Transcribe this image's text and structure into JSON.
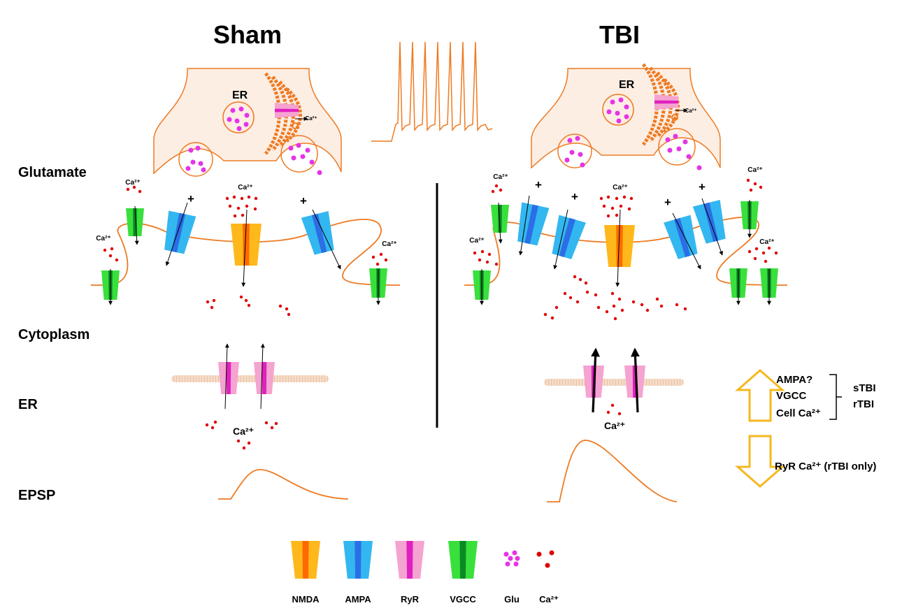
{
  "titles": {
    "left": "Sham",
    "right": "TBI"
  },
  "side_labels": {
    "glutamate": "Glutamate",
    "cytoplasm": "Cytoplasm",
    "er": "ER",
    "epsp": "EPSP"
  },
  "terminal_er_label": "ER",
  "ca_label": "Ca²⁺",
  "plus_sign": "+",
  "changes": {
    "up_items": [
      "AMPA?",
      "VGCC",
      "Cell Ca²⁺"
    ],
    "up_groups": [
      "sTBI",
      "rTBI"
    ],
    "down_items": [
      "RyR Ca²⁺ (rTBI only)"
    ]
  },
  "legend": [
    {
      "key": "nmda",
      "label": "NMDA"
    },
    {
      "key": "ampa",
      "label": "AMPA"
    },
    {
      "key": "ryr",
      "label": "RyR"
    },
    {
      "key": "vgcc",
      "label": "VGCC"
    },
    {
      "key": "glu",
      "label": "Glu"
    },
    {
      "key": "ca",
      "label": "Ca²⁺"
    }
  ],
  "colors": {
    "membrane": "#ee7a22",
    "terminal_fill": "#fdeee4",
    "nmda": "#ffb81c",
    "nmda_core": "#ff6a00",
    "ampa": "#33b7f0",
    "ampa_core": "#2b6ee6",
    "ryr": "#f5a3d0",
    "ryr_core": "#e020c0",
    "vgcc": "#39e03c",
    "vgcc_core": "#0a8a24",
    "glu": "#e633e6",
    "ca": "#e00000",
    "arrow_up": "#f5b820"
  }
}
